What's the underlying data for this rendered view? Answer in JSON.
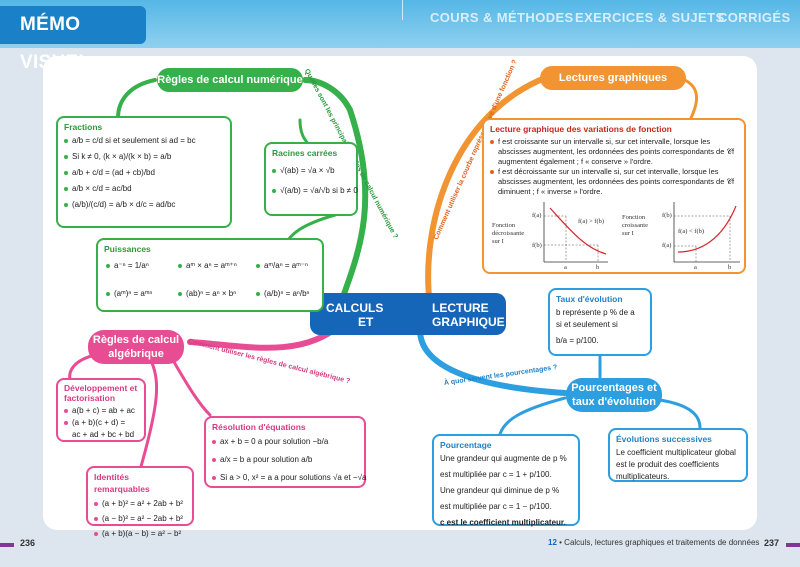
{
  "header": {
    "title": "MÉMO VISUEL",
    "nav": [
      "COURS & MÉTHODES",
      "EXERCICES & SUJETS",
      "CORRIGÉS"
    ]
  },
  "center": {
    "left_line1": "CALCULS",
    "left_line2": "ET",
    "right_line1": "LECTURE",
    "right_line2": "GRAPHIQUE"
  },
  "branches": {
    "num": "Règles de calcul numérique",
    "alg": "Règles de calcul algébrique",
    "lect": "Lectures graphiques",
    "pct": "Pourcentages et taux d'évolution"
  },
  "questions": {
    "num": "Quelles sont les principales règles de calcul numérique ?",
    "alg": "Comment utiliser les règles de calcul algébrique ?",
    "lect": "Comment utiliser la courbe représentative d'une fonction ?",
    "pct": "À quoi servent les pourcentages ?"
  },
  "fractions": {
    "title": "Fractions",
    "l1": "a/b = c/d si et seulement si ad = bc",
    "l2": "Si k ≠ 0, (k × a)/(k × b) = a/b",
    "l3": "a/b + c/d = (ad + cb)/bd",
    "l4": "a/b × c/d = ac/bd",
    "l5": "(a/b)/(c/d) = a/b × d/c = ad/bc"
  },
  "racines": {
    "title": "Racines carrées",
    "l1": "√(ab) = √a × √b",
    "l2": "√(a/b) = √a/√b si b ≠ 0"
  },
  "puissances": {
    "title": "Puissances",
    "l1": "a⁻ⁿ = 1/aⁿ",
    "l2": "aᵐ × aⁿ = aᵐ⁺ⁿ",
    "l3": "aᵐ/aⁿ = aᵐ⁻ⁿ",
    "l4": "(aᵐ)ⁿ = aᵐⁿ",
    "l5": "(ab)ⁿ = aⁿ × bⁿ",
    "l6": "(a/b)ⁿ = aⁿ/bⁿ"
  },
  "developpement": {
    "title": "Développement et factorisation",
    "l1": "a(b + c) = ab + ac",
    "l2": "(a + b)(c + d) =",
    "l3": "ac + ad + bc + bd"
  },
  "identites": {
    "title": "Identités remarquables",
    "l1": "(a + b)² = a² + 2ab + b²",
    "l2": "(a − b)² = a² − 2ab + b²",
    "l3": "(a + b)(a − b) = a² − b²"
  },
  "resolution": {
    "title": "Résolution d'équations",
    "l1": "ax + b = 0 a pour solution −b/a",
    "l2": "a/x = b a pour solution a/b",
    "l3": "Si a > 0, x² = a a pour solutions √a et −√a"
  },
  "lecture_box": {
    "title": "Lecture graphique des variations de fonction",
    "p1": "f est croissante sur un intervalle si, sur cet intervalle, lorsque les abscisses augmentent, les ordonnées des points correspondants de 𝒞f augmentent également ; f « conserve » l'ordre.",
    "p2": "f est décroissante sur un intervalle si, sur cet intervalle, lorsque les abscisses augmentent, les ordonnées des points correspondants de 𝒞f diminuent ; f « inverse » l'ordre.",
    "g1_label": "Fonction décroissante sur I",
    "g1_ineq": "f(a) > f(b)",
    "g2_label": "Fonction croissante sur I",
    "g2_ineq": "f(a) < f(b)",
    "fa": "f(a)",
    "fb": "f(b)",
    "a": "a",
    "b": "b"
  },
  "taux": {
    "title": "Taux d'évolution",
    "l1": "b représente p % de a",
    "l2": "si et seulement si",
    "l3": "b/a = p/100."
  },
  "pourcentage": {
    "title": "Pourcentage",
    "l1": "Une grandeur qui augmente de p %",
    "l2": "est multipliée par c = 1 + p/100.",
    "l3": "Une grandeur qui diminue de p %",
    "l4": "est multipliée par c = 1 − p/100.",
    "l5": "c est le coefficient multiplicateur."
  },
  "evolutions": {
    "title": "Évolutions successives",
    "text": "Le coefficient multiplicateur global est le produit des coefficients multiplicateurs."
  },
  "footer": {
    "page_left": "236",
    "page_right": "237",
    "chapter_num": "12",
    "chapter": "• Calculs, lectures graphiques et traitements de données"
  },
  "colors": {
    "green": "#36b04a",
    "pink": "#e84c93",
    "orange": "#f29432",
    "blue": "#2d9fe0",
    "center": "#1565b8"
  }
}
